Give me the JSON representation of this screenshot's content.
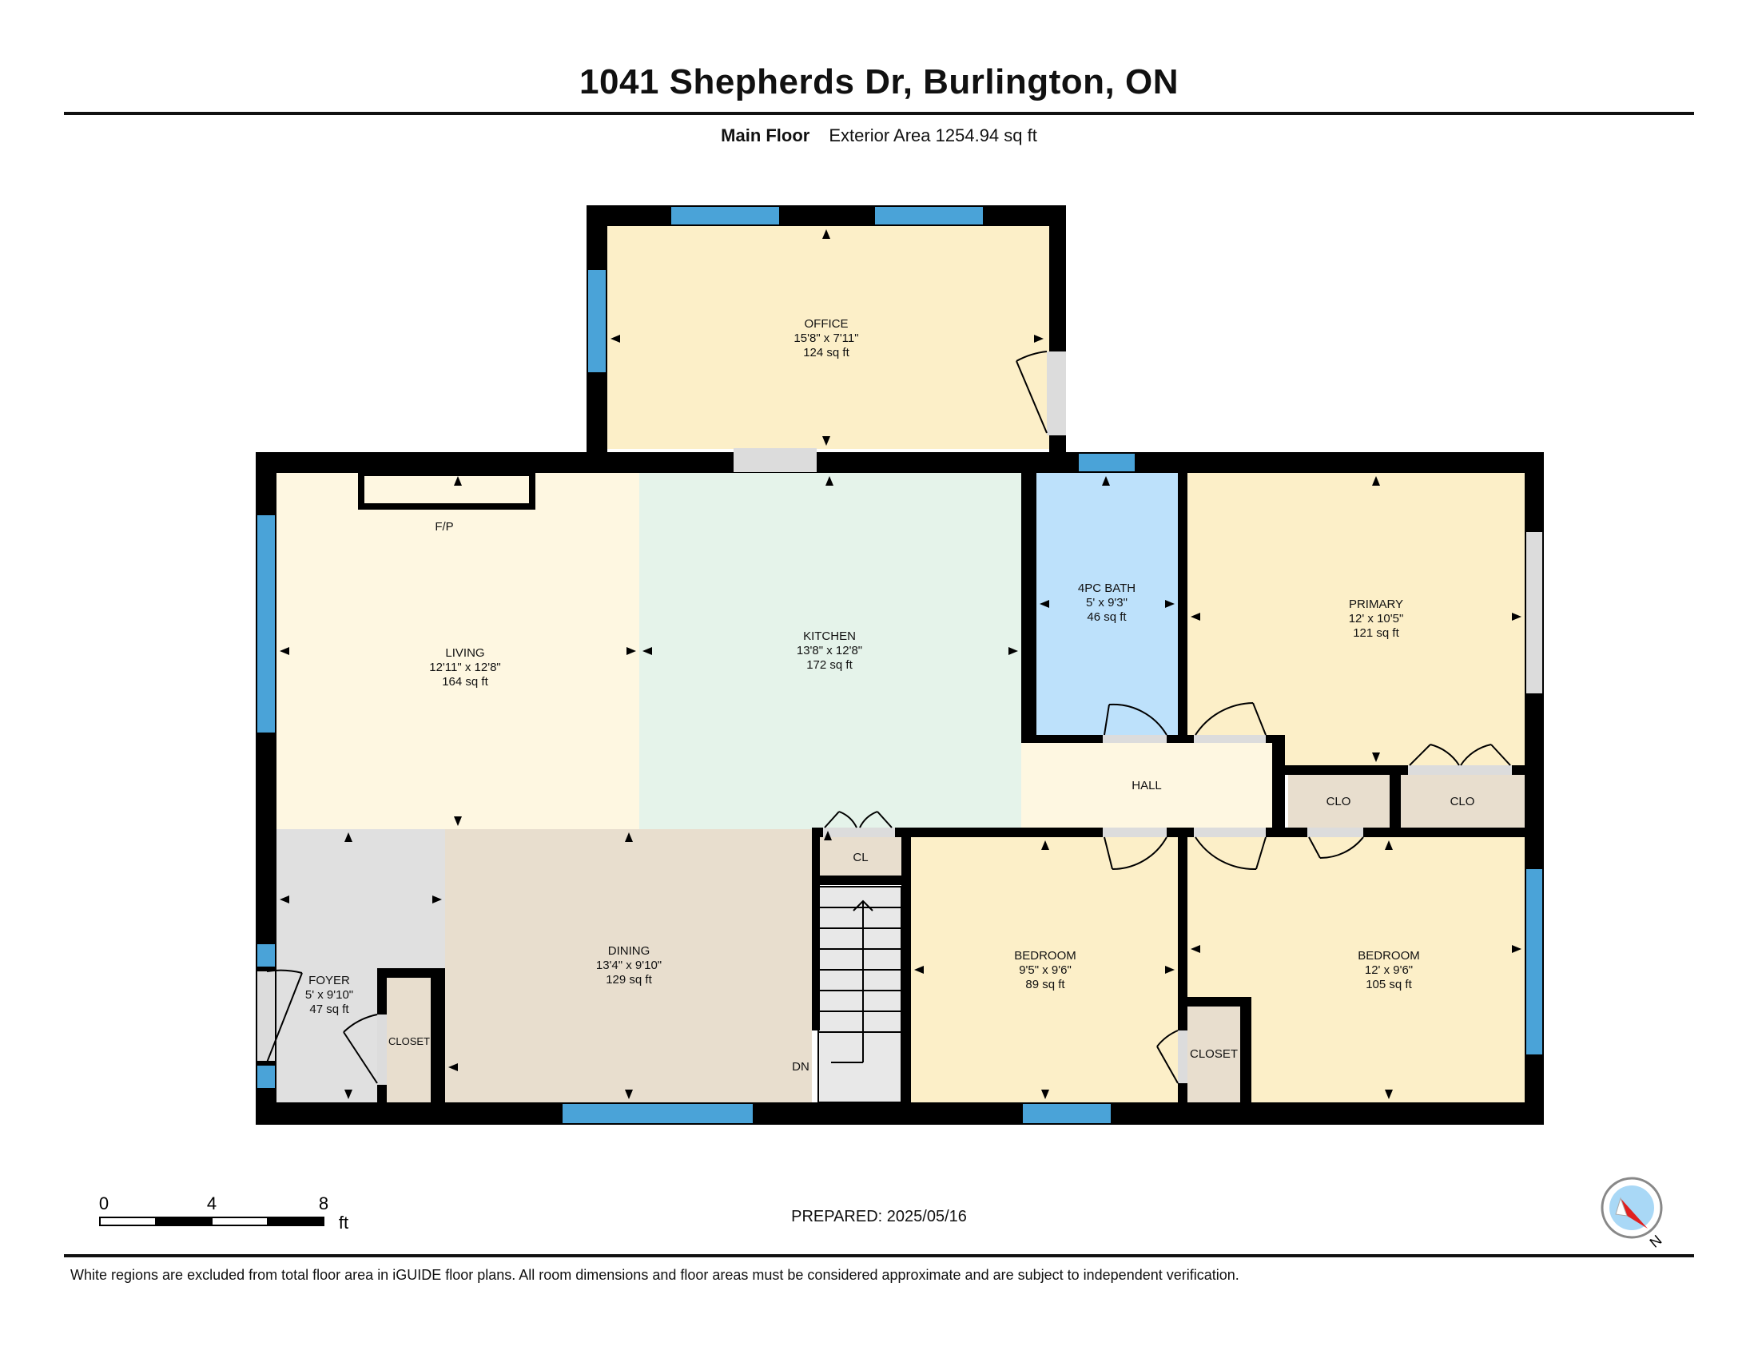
{
  "header": {
    "address": "1041 Shepherds Dr, Burlington, ON",
    "floor_label": "Main Floor",
    "area_text": "Exterior Area 1254.94 sq ft"
  },
  "rooms": {
    "office": {
      "name": "OFFICE",
      "dims": "15'8\" x 7'11\"",
      "area": "124 sq ft"
    },
    "living": {
      "name": "LIVING",
      "dims": "12'11\" x 12'8\"",
      "area": "164 sq ft"
    },
    "kitchen": {
      "name": "KITCHEN",
      "dims": "13'8\" x 12'8\"",
      "area": "172 sq ft"
    },
    "bath": {
      "name": "4PC BATH",
      "dims": "5' x 9'3\"",
      "area": "46 sq ft"
    },
    "primary": {
      "name": "PRIMARY",
      "dims": "12' x 10'5\"",
      "area": "121 sq ft"
    },
    "dining": {
      "name": "DINING",
      "dims": "13'4\" x 9'10\"",
      "area": "129 sq ft"
    },
    "foyer": {
      "name": "FOYER",
      "dims": "5' x 9'10\"",
      "area": "47 sq ft"
    },
    "bedroom1": {
      "name": "BEDROOM",
      "dims": "9'5\" x 9'6\"",
      "area": "89 sq ft"
    },
    "bedroom2": {
      "name": "BEDROOM",
      "dims": "12' x 9'6\"",
      "area": "105 sq ft"
    }
  },
  "labels": {
    "fp": "F/P",
    "hall": "HALL",
    "clo": "CLO",
    "cl": "CL",
    "closet": "CLOSET",
    "dn": "DN"
  },
  "scale": {
    "ticks": [
      "0",
      "4",
      "8"
    ],
    "unit": "ft"
  },
  "compass": {
    "letter": "N"
  },
  "footer": {
    "prepared": "PREPARED: 2025/05/16",
    "disclaimer": "White regions are excluded from total floor area in iGUIDE floor plans. All room dimensions and floor areas must be considered approximate and are subject to independent verification."
  },
  "colors": {
    "wall": "#000000",
    "window": "#4aa3d8",
    "opening": "#dcdcdc",
    "office": "#fcefc8",
    "living": "#fef7e1",
    "kitchen": "#e5f3ea",
    "bath": "#bde1fb",
    "primary": "#fcefc8",
    "dining": "#e8dece",
    "foyer": "#e0e0e0",
    "bedroom": "#fcefc8",
    "closet": "#e8dece",
    "hall": "#fef7e1"
  }
}
